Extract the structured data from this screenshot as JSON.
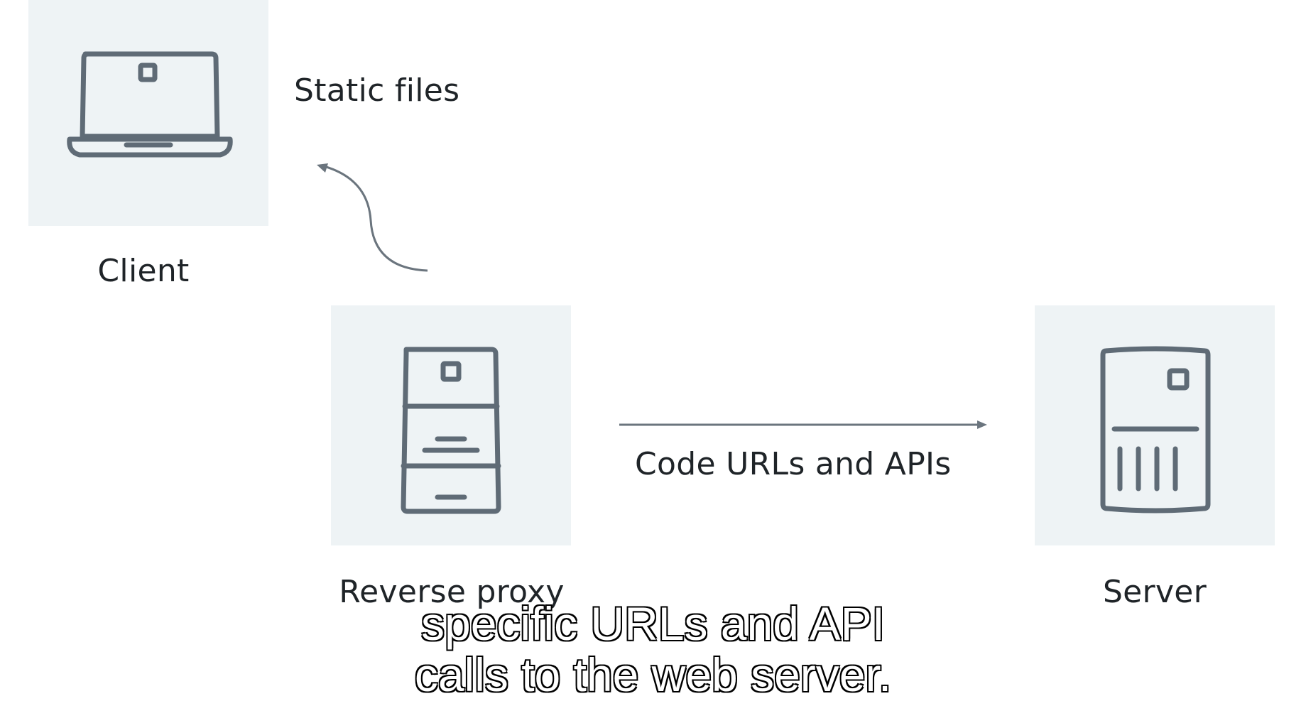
{
  "nodes": {
    "client": {
      "label": "Client",
      "icon": "laptop-icon"
    },
    "proxy": {
      "label": "Reverse proxy",
      "icon": "server-rack-icon"
    },
    "server": {
      "label": "Server",
      "icon": "server-tower-icon"
    }
  },
  "edges": {
    "static": {
      "label": "Static files"
    },
    "code": {
      "label": "Code URLs and APIs"
    }
  },
  "caption": {
    "line1": "specific URLs and API",
    "line2": "calls to the web server."
  },
  "colors": {
    "box_bg": "#eef3f5",
    "icon_stroke": "#5f6b76",
    "arrow": "#6b757e",
    "text": "#1f2428"
  }
}
